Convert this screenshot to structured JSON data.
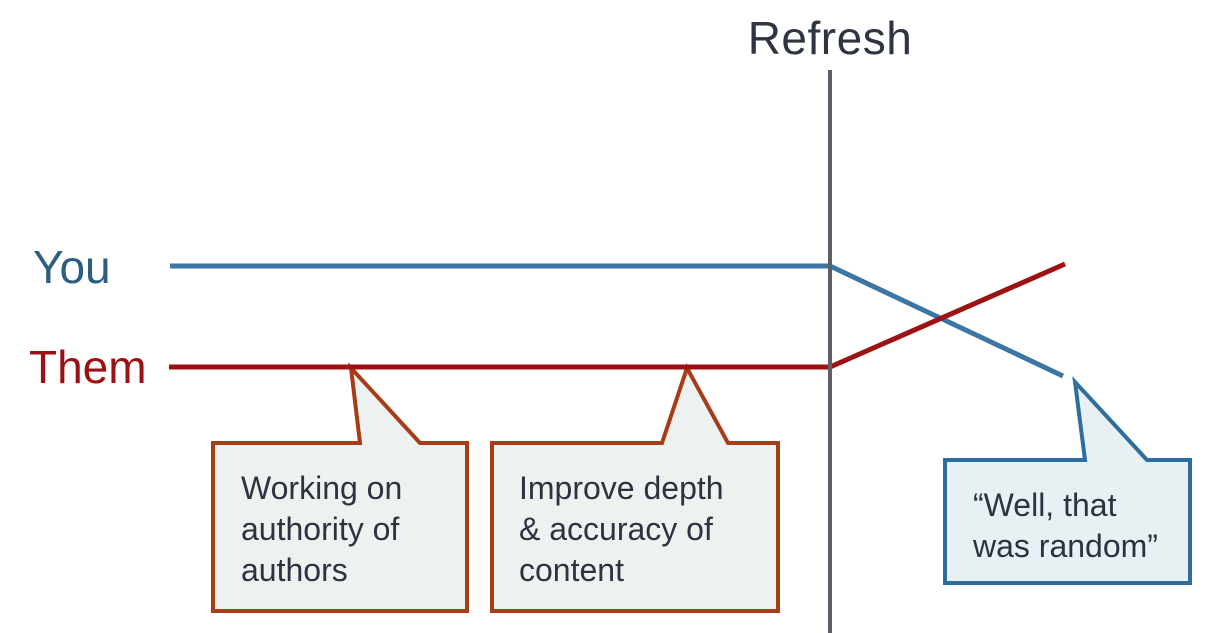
{
  "diagram": {
    "title": "Refresh",
    "series": [
      {
        "id": "you",
        "label": "You",
        "line_color": "#3e76a3",
        "label_color": "#2b5e80"
      },
      {
        "id": "them",
        "label": "Them",
        "line_color": "#9c1112",
        "label_color": "#9b1013"
      }
    ],
    "divider": {
      "color": "#5a6066"
    },
    "text_color": "#2d3240",
    "background": "#ffffff",
    "callouts": [
      {
        "id": "authority",
        "text": "Working on\nauthority of\nauthors",
        "border_color": "#a63d17",
        "fill_color": "#edf2f1"
      },
      {
        "id": "depth",
        "text": "Improve depth\n& accuracy of\ncontent",
        "border_color": "#a63d17",
        "fill_color": "#edf2f1"
      },
      {
        "id": "random",
        "text": "“Well, that\nwas random”",
        "border_color": "#2e6e9e",
        "fill_color": "#e9f0f4"
      }
    ]
  }
}
